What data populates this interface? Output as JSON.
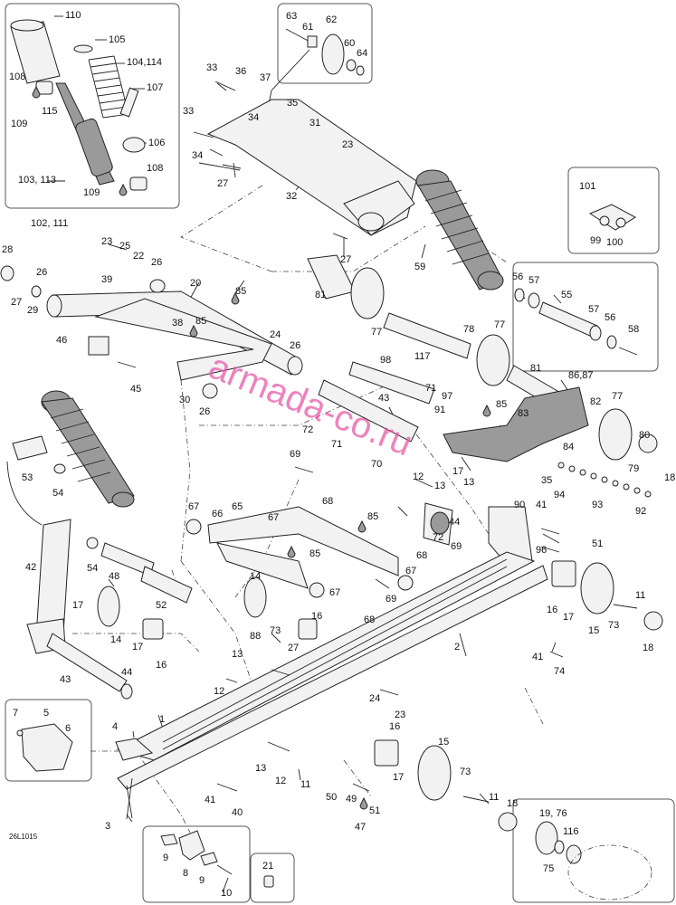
{
  "diagram": {
    "code": "26L1015",
    "watermark": "armada-co.ru",
    "callouts": [
      {
        "id": "c110",
        "text": "110"
      },
      {
        "id": "c105",
        "text": "105"
      },
      {
        "id": "c104",
        "text": "104,114"
      },
      {
        "id": "c108a",
        "text": "108"
      },
      {
        "id": "c107",
        "text": "107"
      },
      {
        "id": "c115",
        "text": "115"
      },
      {
        "id": "c109a",
        "text": "109"
      },
      {
        "id": "c106",
        "text": "106"
      },
      {
        "id": "c103",
        "text": "103, 113"
      },
      {
        "id": "c108b",
        "text": "108"
      },
      {
        "id": "c109b",
        "text": "109"
      },
      {
        "id": "c102",
        "text": "102, 111"
      },
      {
        "id": "c63",
        "text": "63"
      },
      {
        "id": "c61",
        "text": "61"
      },
      {
        "id": "c62",
        "text": "62"
      },
      {
        "id": "c60",
        "text": "60"
      },
      {
        "id": "c64",
        "text": "64"
      },
      {
        "id": "c33a",
        "text": "33"
      },
      {
        "id": "c36",
        "text": "36"
      },
      {
        "id": "c37",
        "text": "37"
      },
      {
        "id": "c35a",
        "text": "35"
      },
      {
        "id": "c33b",
        "text": "33"
      },
      {
        "id": "c34a",
        "text": "34"
      },
      {
        "id": "c31",
        "text": "31"
      },
      {
        "id": "c23a",
        "text": "23"
      },
      {
        "id": "c34b",
        "text": "34"
      },
      {
        "id": "c27a",
        "text": "27"
      },
      {
        "id": "c32",
        "text": "32"
      },
      {
        "id": "c27b",
        "text": "27"
      },
      {
        "id": "c59",
        "text": "59"
      },
      {
        "id": "c101",
        "text": "101"
      },
      {
        "id": "c99",
        "text": "99"
      },
      {
        "id": "c100",
        "text": "100"
      },
      {
        "id": "c28",
        "text": "28"
      },
      {
        "id": "c23b",
        "text": "23"
      },
      {
        "id": "c25",
        "text": "25"
      },
      {
        "id": "c22",
        "text": "22"
      },
      {
        "id": "c26a",
        "text": "26"
      },
      {
        "id": "c26b",
        "text": "26"
      },
      {
        "id": "c27c",
        "text": "27"
      },
      {
        "id": "c29",
        "text": "29"
      },
      {
        "id": "c39",
        "text": "39"
      },
      {
        "id": "c20",
        "text": "20"
      },
      {
        "id": "c85a",
        "text": "85"
      },
      {
        "id": "c81a",
        "text": "81"
      },
      {
        "id": "c56a",
        "text": "56"
      },
      {
        "id": "c57a",
        "text": "57"
      },
      {
        "id": "c55",
        "text": "55"
      },
      {
        "id": "c38",
        "text": "38"
      },
      {
        "id": "c85b",
        "text": "85"
      },
      {
        "id": "c24a",
        "text": "24"
      },
      {
        "id": "c26c",
        "text": "26"
      },
      {
        "id": "c46",
        "text": "46"
      },
      {
        "id": "c77a",
        "text": "77"
      },
      {
        "id": "c78",
        "text": "78"
      },
      {
        "id": "c77b",
        "text": "77"
      },
      {
        "id": "c57b",
        "text": "57"
      },
      {
        "id": "c56b",
        "text": "56"
      },
      {
        "id": "c58",
        "text": "58"
      },
      {
        "id": "c45",
        "text": "45"
      },
      {
        "id": "c117",
        "text": "117"
      },
      {
        "id": "c98",
        "text": "98"
      },
      {
        "id": "c81b",
        "text": "81"
      },
      {
        "id": "c30",
        "text": "30"
      },
      {
        "id": "c26d",
        "text": "26"
      },
      {
        "id": "c71a",
        "text": "71"
      },
      {
        "id": "c97",
        "text": "97"
      },
      {
        "id": "c8687",
        "text": "86,87"
      },
      {
        "id": "c43a",
        "text": "43"
      },
      {
        "id": "c85c",
        "text": "85"
      },
      {
        "id": "c82",
        "text": "82"
      },
      {
        "id": "c77c",
        "text": "77"
      },
      {
        "id": "c91",
        "text": "91"
      },
      {
        "id": "c83",
        "text": "83"
      },
      {
        "id": "c72a",
        "text": "72"
      },
      {
        "id": "c71b",
        "text": "71"
      },
      {
        "id": "c80",
        "text": "80"
      },
      {
        "id": "c84",
        "text": "84"
      },
      {
        "id": "c69a",
        "text": "69"
      },
      {
        "id": "c70",
        "text": "70"
      },
      {
        "id": "c79",
        "text": "79"
      },
      {
        "id": "c53",
        "text": "53"
      },
      {
        "id": "c35b",
        "text": "35"
      },
      {
        "id": "c18a",
        "text": "18"
      },
      {
        "id": "c54a",
        "text": "54"
      },
      {
        "id": "c12a",
        "text": "12"
      },
      {
        "id": "c13a",
        "text": "13"
      },
      {
        "id": "c17a",
        "text": "17"
      },
      {
        "id": "c13b",
        "text": "13"
      },
      {
        "id": "c94",
        "text": "94"
      },
      {
        "id": "c68a",
        "text": "68"
      },
      {
        "id": "c93",
        "text": "93"
      },
      {
        "id": "c90",
        "text": "90"
      },
      {
        "id": "c41a",
        "text": "41"
      },
      {
        "id": "c92",
        "text": "92"
      },
      {
        "id": "c67a",
        "text": "67"
      },
      {
        "id": "c66",
        "text": "66"
      },
      {
        "id": "c65",
        "text": "65"
      },
      {
        "id": "c67b",
        "text": "67"
      },
      {
        "id": "c85d",
        "text": "85"
      },
      {
        "id": "c44a",
        "text": "44"
      },
      {
        "id": "c72b",
        "text": "72"
      },
      {
        "id": "c96",
        "text": "96"
      },
      {
        "id": "c51a",
        "text": "51"
      },
      {
        "id": "c69b",
        "text": "69"
      },
      {
        "id": "c42",
        "text": "42"
      },
      {
        "id": "c68b",
        "text": "68"
      },
      {
        "id": "c85e",
        "text": "85"
      },
      {
        "id": "c54b",
        "text": "54"
      },
      {
        "id": "c48",
        "text": "48"
      },
      {
        "id": "c67c",
        "text": "67"
      },
      {
        "id": "c14a",
        "text": "14"
      },
      {
        "id": "c67d",
        "text": "67"
      },
      {
        "id": "c16a",
        "text": "16"
      },
      {
        "id": "c17b",
        "text": "17"
      },
      {
        "id": "c11a",
        "text": "11"
      },
      {
        "id": "c17c",
        "text": "17"
      },
      {
        "id": "c52",
        "text": "52"
      },
      {
        "id": "c69c",
        "text": "69"
      },
      {
        "id": "c68c",
        "text": "68"
      },
      {
        "id": "c15a",
        "text": "15"
      },
      {
        "id": "c73a",
        "text": "73"
      },
      {
        "id": "c14b",
        "text": "14"
      },
      {
        "id": "c88",
        "text": "88"
      },
      {
        "id": "c16b",
        "text": "16"
      },
      {
        "id": "c73b",
        "text": "73"
      },
      {
        "id": "c17d",
        "text": "17"
      },
      {
        "id": "c27d",
        "text": "27"
      },
      {
        "id": "c18b",
        "text": "18"
      },
      {
        "id": "c2",
        "text": "2"
      },
      {
        "id": "c13c",
        "text": "13"
      },
      {
        "id": "c16c",
        "text": "16"
      },
      {
        "id": "c41b",
        "text": "41"
      },
      {
        "id": "c74",
        "text": "74"
      },
      {
        "id": "c43b",
        "text": "43"
      },
      {
        "id": "c44b",
        "text": "44"
      },
      {
        "id": "c12b",
        "text": "12"
      },
      {
        "id": "c24b",
        "text": "24"
      },
      {
        "id": "c23c",
        "text": "23"
      },
      {
        "id": "c7",
        "text": "7"
      },
      {
        "id": "c5",
        "text": "5"
      },
      {
        "id": "c4",
        "text": "4"
      },
      {
        "id": "c1",
        "text": "1"
      },
      {
        "id": "c6",
        "text": "6"
      },
      {
        "id": "c16d",
        "text": "16"
      },
      {
        "id": "c15b",
        "text": "15"
      },
      {
        "id": "c13d",
        "text": "13"
      },
      {
        "id": "c12c",
        "text": "12"
      },
      {
        "id": "c11b",
        "text": "11"
      },
      {
        "id": "c73c",
        "text": "73"
      },
      {
        "id": "c17e",
        "text": "17"
      },
      {
        "id": "c50",
        "text": "50"
      },
      {
        "id": "c49",
        "text": "49"
      },
      {
        "id": "c51b",
        "text": "51"
      },
      {
        "id": "c11c",
        "text": "11"
      },
      {
        "id": "c41c",
        "text": "41"
      },
      {
        "id": "c40",
        "text": "40"
      },
      {
        "id": "c47",
        "text": "47"
      },
      {
        "id": "c18c",
        "text": "18"
      },
      {
        "id": "c3",
        "text": "3"
      },
      {
        "id": "c1976",
        "text": "19, 76"
      },
      {
        "id": "c116",
        "text": "116"
      },
      {
        "id": "c75",
        "text": "75"
      },
      {
        "id": "c9a",
        "text": "9"
      },
      {
        "id": "c21",
        "text": "21"
      },
      {
        "id": "c8",
        "text": "8"
      },
      {
        "id": "c9b",
        "text": "9"
      },
      {
        "id": "c10",
        "text": "10"
      }
    ]
  }
}
